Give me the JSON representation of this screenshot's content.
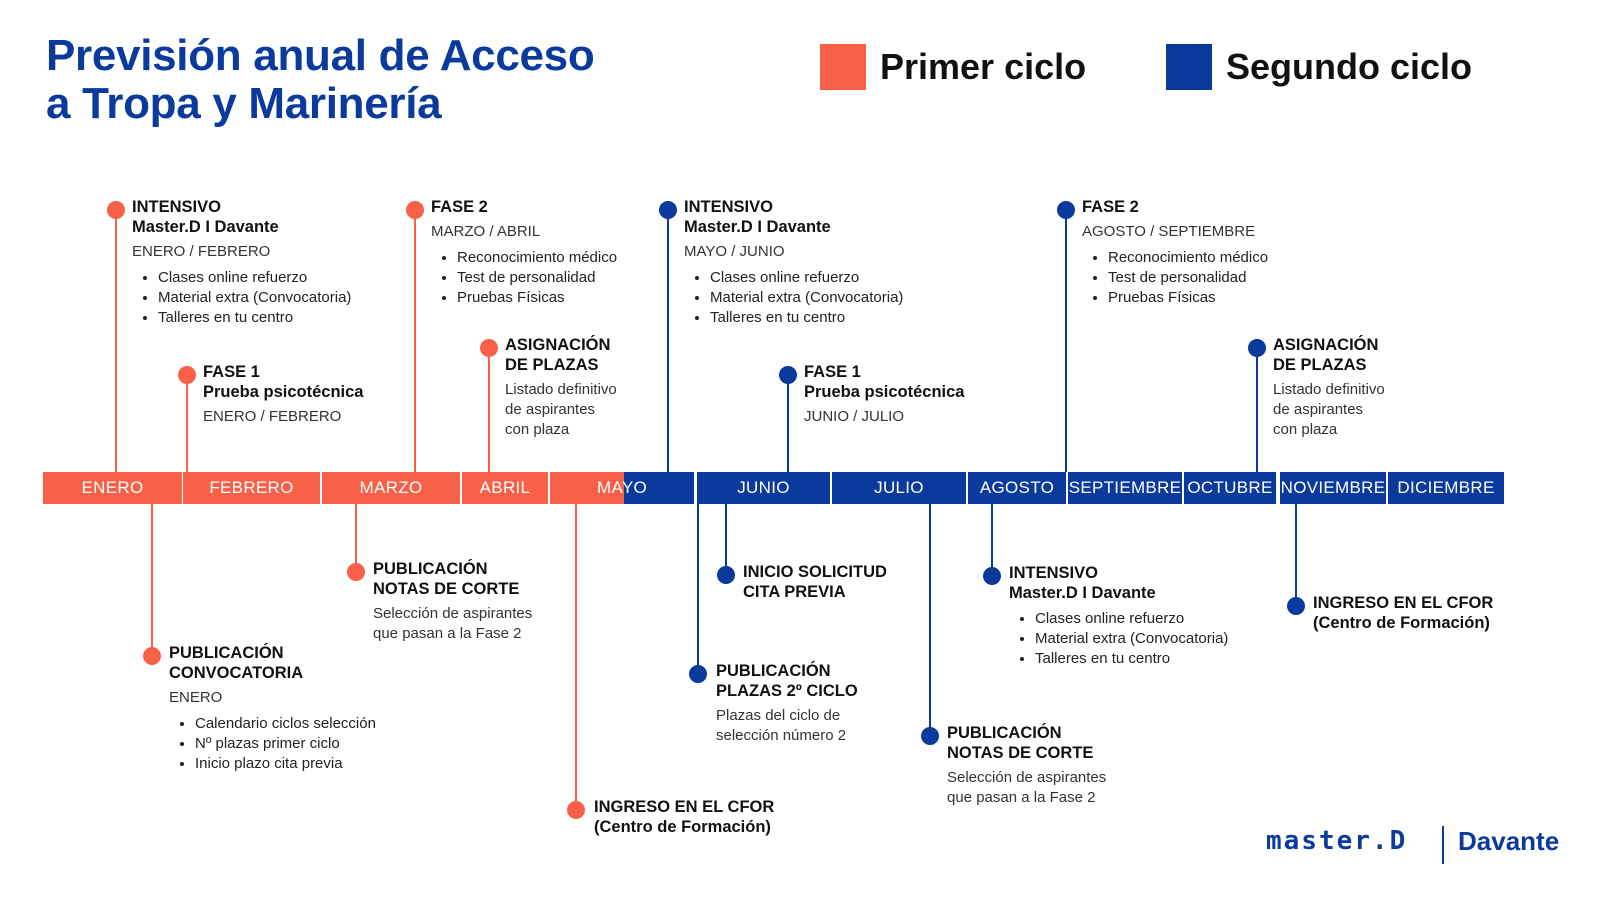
{
  "title": {
    "line1": "Previsión anual de Acceso",
    "line2": "a Tropa y Marinería"
  },
  "colors": {
    "primer": "#f86048",
    "segundo": "#0a3a9c"
  },
  "legend": [
    {
      "label": "Primer ciclo",
      "cycle": "primer"
    },
    {
      "label": "Segundo ciclo",
      "cycle": "segundo"
    }
  ],
  "months": [
    "ENERO",
    "FEBRERO",
    "MARZO",
    "ABRIL",
    "MAYO",
    "JUNIO",
    "JULIO",
    "AGOSTO",
    "SEPTIEMBRE",
    "OCTUBRE",
    "NOVIEMBRE",
    "DICIEMBRE"
  ],
  "events": [
    {
      "id": "intensivo-1",
      "cycle": "primer",
      "side": "top",
      "title": [
        "INTENSIVO",
        "Master.D I Davante"
      ],
      "date": "ENERO / FEBRERO",
      "bullets": [
        "Clases online refuerzo",
        "Material extra (Convocatoria)",
        "Talleres en tu centro"
      ]
    },
    {
      "id": "fase1-1",
      "cycle": "primer",
      "side": "top",
      "title": [
        "FASE 1",
        "Prueba psicotécnica"
      ],
      "date": "ENERO / FEBRERO"
    },
    {
      "id": "fase2-1",
      "cycle": "primer",
      "side": "top",
      "title": [
        "FASE 2"
      ],
      "date": "MARZO / ABRIL",
      "bullets": [
        "Reconocimiento médico",
        "Test de personalidad",
        "Pruebas Físicas"
      ]
    },
    {
      "id": "asignacion-1",
      "cycle": "primer",
      "side": "top",
      "title": [
        "ASIGNACIÓN",
        "DE PLAZAS"
      ],
      "desc": [
        "Listado definitivo",
        "de aspirantes",
        "con plaza"
      ]
    },
    {
      "id": "intensivo-2",
      "cycle": "segundo",
      "side": "top",
      "title": [
        "INTENSIVO",
        "Master.D I Davante"
      ],
      "date": "MAYO / JUNIO",
      "bullets": [
        "Clases online refuerzo",
        "Material extra (Convocatoria)",
        "Talleres en tu centro"
      ]
    },
    {
      "id": "fase1-2",
      "cycle": "segundo",
      "side": "top",
      "title": [
        "FASE 1",
        "Prueba psicotécnica"
      ],
      "date": "JUNIO / JULIO"
    },
    {
      "id": "fase2-2",
      "cycle": "segundo",
      "side": "top",
      "title": [
        "FASE 2"
      ],
      "date": "AGOSTO / SEPTIEMBRE",
      "bullets": [
        "Reconocimiento médico",
        "Test de personalidad",
        "Pruebas Físicas"
      ]
    },
    {
      "id": "asignacion-2",
      "cycle": "segundo",
      "side": "top",
      "title": [
        "ASIGNACIÓN",
        "DE PLAZAS"
      ],
      "desc": [
        "Listado definitivo",
        "de aspirantes",
        "con plaza"
      ]
    },
    {
      "id": "convocatoria",
      "cycle": "primer",
      "side": "bottom",
      "title": [
        "PUBLICACIÓN",
        "CONVOCATORIA"
      ],
      "date": "ENERO",
      "bullets": [
        "Calendario ciclos selección",
        "Nº plazas primer ciclo",
        "Inicio plazo cita previa"
      ]
    },
    {
      "id": "notas-1",
      "cycle": "primer",
      "side": "bottom",
      "title": [
        "PUBLICACIÓN",
        "NOTAS DE CORTE"
      ],
      "desc": [
        "Selección de aspirantes",
        "que pasan a la Fase 2"
      ]
    },
    {
      "id": "cfor-1",
      "cycle": "primer",
      "side": "bottom",
      "title": [
        "INGRESO EN EL CFOR",
        "(Centro de Formación)"
      ]
    },
    {
      "id": "plazas-2",
      "cycle": "segundo",
      "side": "bottom",
      "title": [
        "PUBLICACIÓN",
        "PLAZAS 2º CICLO"
      ],
      "desc": [
        "Plazas del ciclo de",
        "selección número 2"
      ]
    },
    {
      "id": "cita-previa",
      "cycle": "segundo",
      "side": "bottom",
      "title": [
        "INICIO SOLICITUD",
        "CITA PREVIA"
      ]
    },
    {
      "id": "notas-2",
      "cycle": "segundo",
      "side": "bottom",
      "title": [
        "PUBLICACIÓN",
        "NOTAS DE CORTE"
      ],
      "desc": [
        "Selección de aspirantes",
        "que pasan a la Fase 2"
      ]
    },
    {
      "id": "intensivo-3",
      "cycle": "segundo",
      "side": "bottom",
      "title": [
        "INTENSIVO",
        "Master.D I Davante"
      ],
      "bullets": [
        "Clases online refuerzo",
        "Material extra (Convocatoria)",
        "Talleres en tu centro"
      ]
    },
    {
      "id": "cfor-2",
      "cycle": "segundo",
      "side": "bottom",
      "title": [
        "INGRESO EN EL CFOR",
        "(Centro de Formación)"
      ]
    }
  ],
  "brand": {
    "master": "master.D",
    "davante": "Davante"
  }
}
